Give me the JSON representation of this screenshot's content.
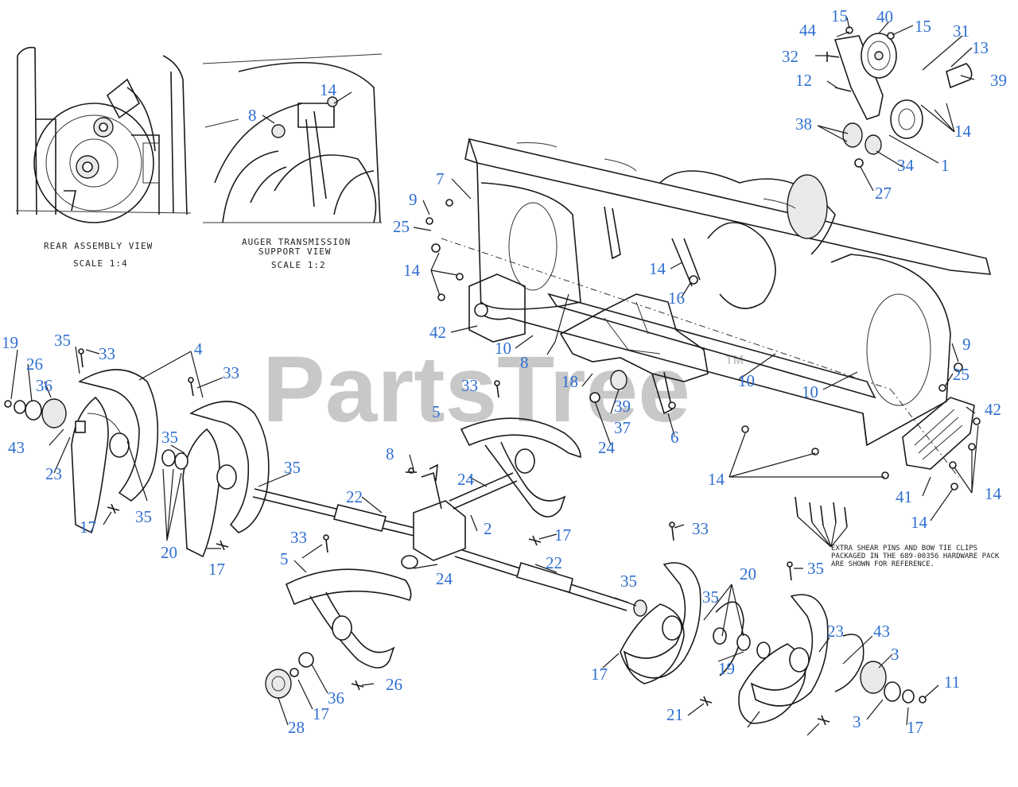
{
  "watermark": {
    "text": "PartsTree",
    "tm": "TM"
  },
  "insets": {
    "rear": {
      "title": "REAR ASSEMBLY VIEW",
      "scale": "SCALE 1:4"
    },
    "support": {
      "title_line1": "AUGER TRANSMISSION",
      "title_line2": "SUPPORT VIEW",
      "scale": "SCALE 1:2"
    }
  },
  "note": {
    "line1": "EXTRA SHEAR PINS AND BOW TIE CLIPS",
    "line2": "PACKAGED IN THE 689-00356 HARDWARE PACK",
    "line3": "ARE SHOWN FOR REFERENCE."
  },
  "callouts": [
    {
      "id": "c15a",
      "text": "15"
    },
    {
      "id": "c40",
      "text": "40"
    },
    {
      "id": "c15b",
      "text": "15"
    },
    {
      "id": "c44",
      "text": "44"
    },
    {
      "id": "c31",
      "text": "31"
    },
    {
      "id": "c32",
      "text": "32"
    },
    {
      "id": "c13",
      "text": "13"
    },
    {
      "id": "c39a",
      "text": "39"
    },
    {
      "id": "c12",
      "text": "12"
    },
    {
      "id": "c38",
      "text": "38"
    },
    {
      "id": "c14a",
      "text": "14"
    },
    {
      "id": "c34",
      "text": "34"
    },
    {
      "id": "c1",
      "text": "1"
    },
    {
      "id": "c27",
      "text": "27"
    },
    {
      "id": "c14b",
      "text": "14"
    },
    {
      "id": "c8a",
      "text": "8"
    },
    {
      "id": "c7",
      "text": "7"
    },
    {
      "id": "c9a",
      "text": "9"
    },
    {
      "id": "c25a",
      "text": "25"
    },
    {
      "id": "c14c",
      "text": "14"
    },
    {
      "id": "c14d",
      "text": "14"
    },
    {
      "id": "c16",
      "text": "16"
    },
    {
      "id": "c42a",
      "text": "42"
    },
    {
      "id": "c10a",
      "text": "10"
    },
    {
      "id": "c19a",
      "text": "19"
    },
    {
      "id": "c35a",
      "text": "35"
    },
    {
      "id": "c33a",
      "text": "33"
    },
    {
      "id": "c4",
      "text": "4"
    },
    {
      "id": "c26a",
      "text": "26"
    },
    {
      "id": "c33b",
      "text": "33"
    },
    {
      "id": "c36a",
      "text": "36"
    },
    {
      "id": "c43a",
      "text": "43"
    },
    {
      "id": "c23a",
      "text": "23"
    },
    {
      "id": "c35b",
      "text": "35"
    },
    {
      "id": "c35c",
      "text": "35"
    },
    {
      "id": "c17a",
      "text": "17"
    },
    {
      "id": "c35d",
      "text": "35"
    },
    {
      "id": "c20a",
      "text": "20"
    },
    {
      "id": "c17b",
      "text": "17"
    },
    {
      "id": "c22a",
      "text": "22"
    },
    {
      "id": "c8b",
      "text": "8"
    },
    {
      "id": "c18",
      "text": "18"
    },
    {
      "id": "c33c",
      "text": "33"
    },
    {
      "id": "c39b",
      "text": "39"
    },
    {
      "id": "c37",
      "text": "37"
    },
    {
      "id": "c5a",
      "text": "5"
    },
    {
      "id": "c6",
      "text": "6"
    },
    {
      "id": "c24a",
      "text": "24"
    },
    {
      "id": "c10b",
      "text": "10"
    },
    {
      "id": "c9b",
      "text": "9"
    },
    {
      "id": "c25b",
      "text": "25"
    },
    {
      "id": "c10c",
      "text": "10"
    },
    {
      "id": "c42b",
      "text": "42"
    },
    {
      "id": "c14e",
      "text": "14"
    },
    {
      "id": "c14f",
      "text": "14"
    },
    {
      "id": "c41",
      "text": "41"
    },
    {
      "id": "c14g",
      "text": "14"
    },
    {
      "id": "c8c",
      "text": "8"
    },
    {
      "id": "c24b",
      "text": "24"
    },
    {
      "id": "c2",
      "text": "2"
    },
    {
      "id": "c17c",
      "text": "17"
    },
    {
      "id": "c33d",
      "text": "33"
    },
    {
      "id": "c22b",
      "text": "22"
    },
    {
      "id": "c33e",
      "text": "33"
    },
    {
      "id": "c5b",
      "text": "5"
    },
    {
      "id": "c24c",
      "text": "24"
    },
    {
      "id": "c20b",
      "text": "20"
    },
    {
      "id": "c35e",
      "text": "35"
    },
    {
      "id": "c35f",
      "text": "35"
    },
    {
      "id": "c35g",
      "text": "35"
    },
    {
      "id": "c23b",
      "text": "23"
    },
    {
      "id": "c43b",
      "text": "43"
    },
    {
      "id": "c3a",
      "text": "3"
    },
    {
      "id": "c17d",
      "text": "17"
    },
    {
      "id": "c19b",
      "text": "19"
    },
    {
      "id": "c21",
      "text": "21"
    },
    {
      "id": "c11",
      "text": "11"
    },
    {
      "id": "c28",
      "text": "28"
    },
    {
      "id": "c17e",
      "text": "17"
    },
    {
      "id": "c36b",
      "text": "36"
    },
    {
      "id": "c26b",
      "text": "26"
    },
    {
      "id": "c3b",
      "text": "3"
    },
    {
      "id": "c17f",
      "text": "17"
    }
  ]
}
